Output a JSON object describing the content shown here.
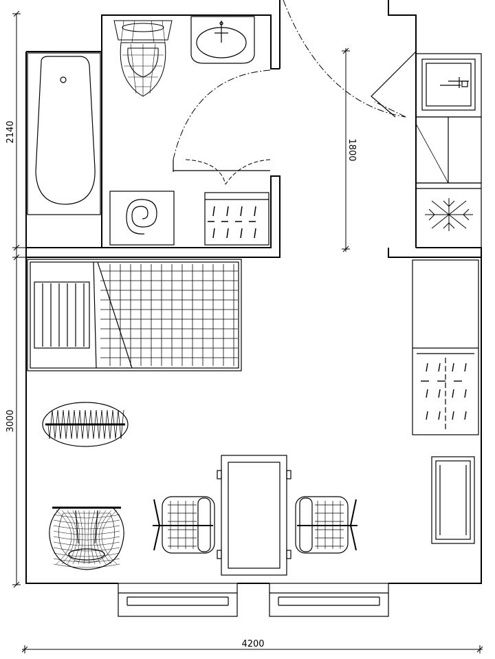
{
  "dimensions": {
    "total_width": "4200",
    "bathroom_depth": "2140",
    "room_depth": "3000",
    "entry_depth": "1800"
  },
  "colors": {
    "line": "#000000",
    "background": "#ffffff"
  }
}
